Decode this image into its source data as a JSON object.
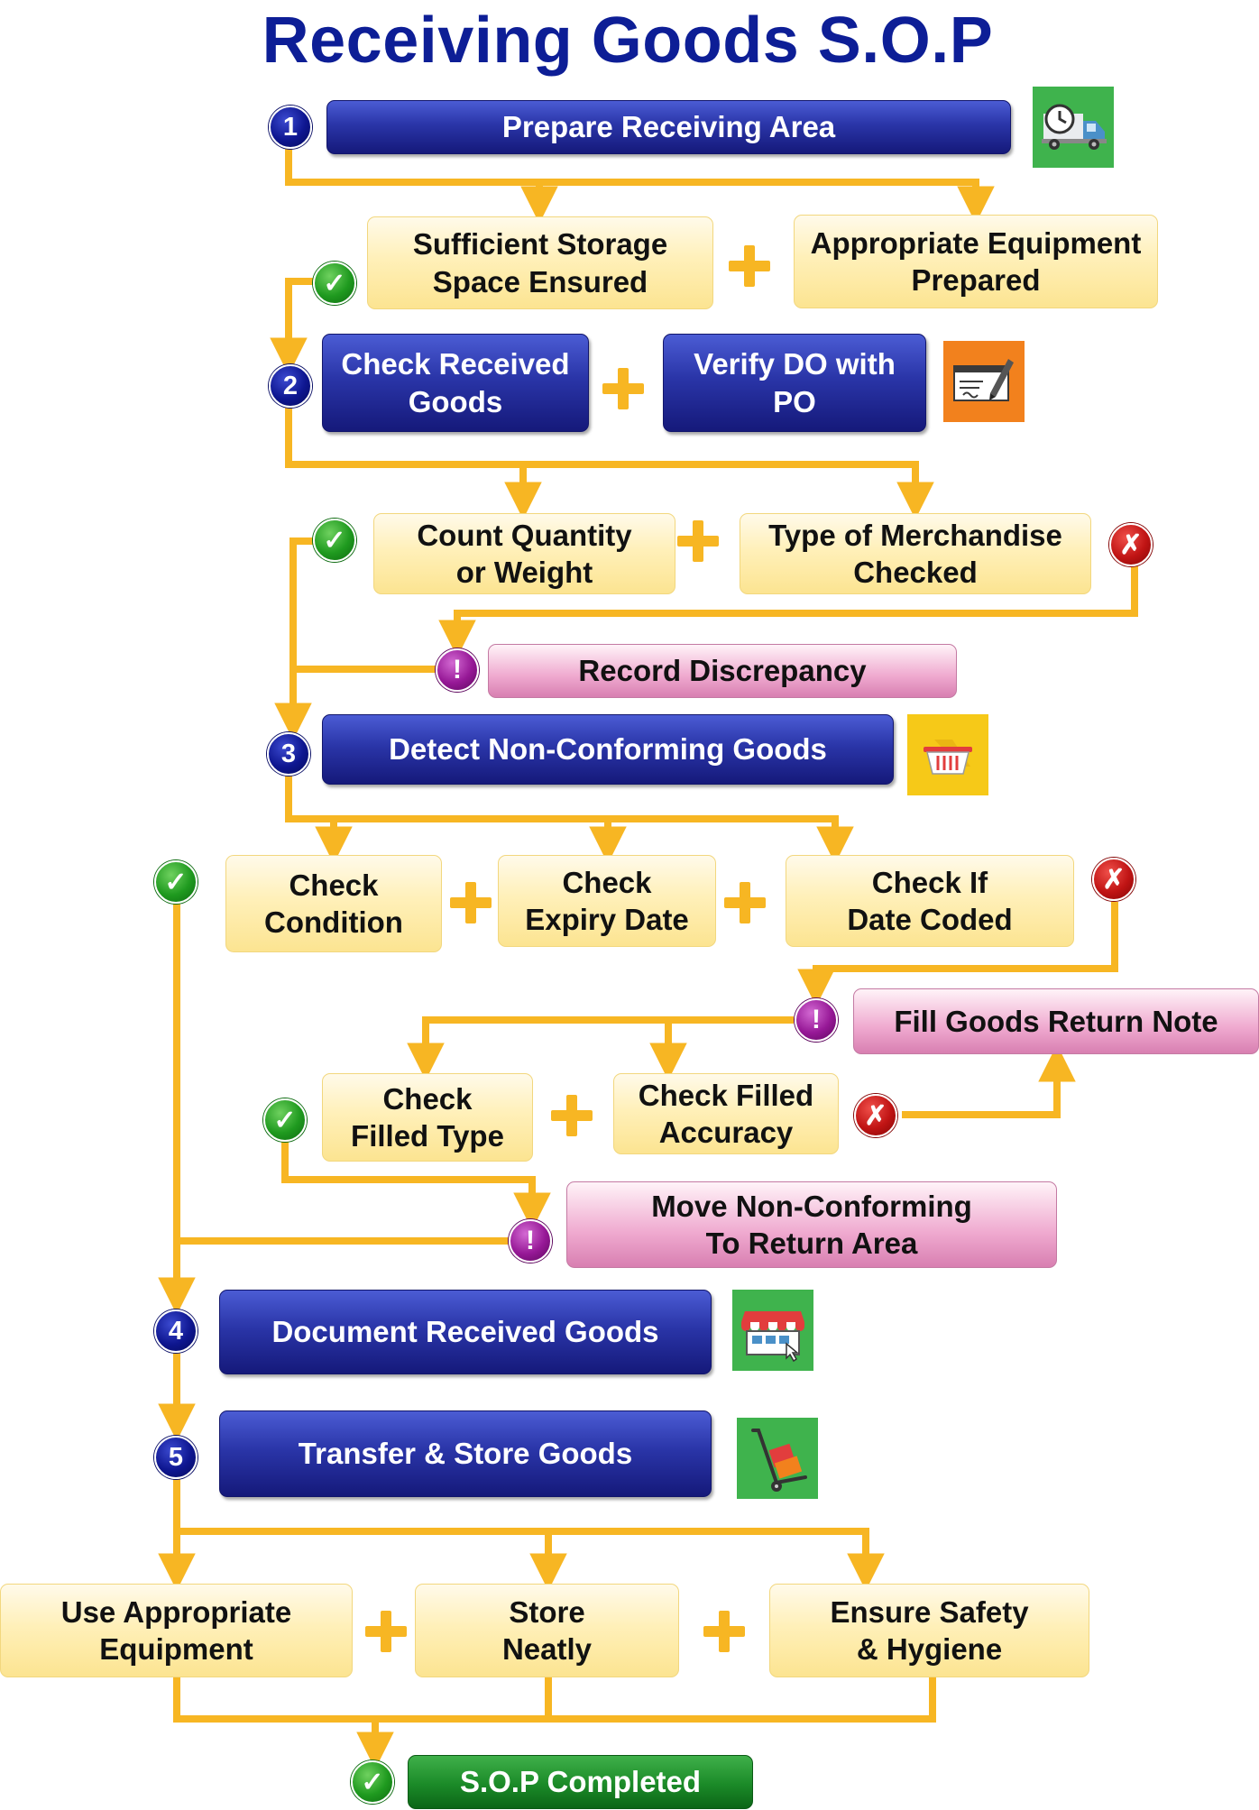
{
  "title": "Receiving Goods S.O.P",
  "badges": {
    "step1": "1",
    "step2": "2",
    "step3": "3",
    "step4": "4",
    "step5": "5"
  },
  "steps": {
    "prepare": "Prepare Receiving Area",
    "check_received": "Check Received\nGoods",
    "verify_do": "Verify DO with\nPO",
    "detect": "Detect Non-Conforming Goods",
    "document": "Document Received Goods",
    "transfer": "Transfer & Store Goods"
  },
  "checks": {
    "storage": "Sufficient Storage\nSpace Ensured",
    "equipment": "Appropriate Equipment\nPrepared",
    "quantity": "Count Quantity\nor Weight",
    "merchandise": "Type of Merchandise\nChecked",
    "condition": "Check\nCondition",
    "expiry": "Check\nExpiry Date",
    "date_coded": "Check If\nDate Coded",
    "filled_type": "Check\nFilled Type",
    "filled_accuracy": "Check Filled\nAccuracy",
    "use_equipment": "Use Appropriate\nEquipment",
    "store_neatly": "Store\nNeatly",
    "safety": "Ensure Safety\n& Hygiene"
  },
  "actions": {
    "record_discrepancy": "Record Discrepancy",
    "return_note": "Fill Goods Return Note",
    "move_nonconforming": "Move Non-Conforming\nTo Return Area"
  },
  "completed": "S.O.P Completed",
  "symbols": {
    "ok": "✓",
    "bad": "✗",
    "warn": "!"
  },
  "icons": [
    "delivery-truck-icon",
    "cheque-signing-icon",
    "shopping-basket-icon",
    "online-shop-icon",
    "hand-truck-icon"
  ],
  "colors": {
    "title": "#0d1e96",
    "step": "#1b2290",
    "check": "#fff0b9",
    "action": "#e9a3c9",
    "connector": "#f7b623",
    "done": "#1b8a28"
  }
}
